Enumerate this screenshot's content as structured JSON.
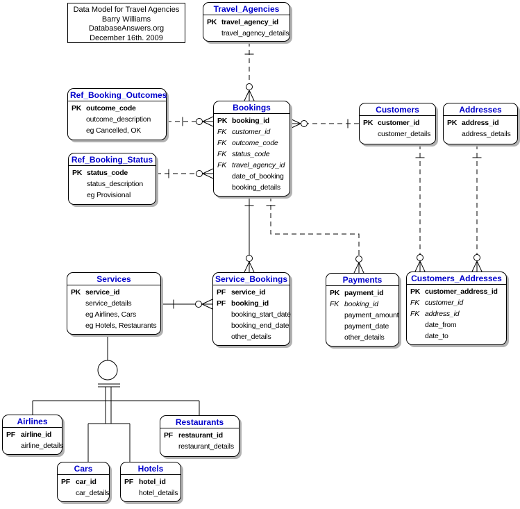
{
  "diagram": {
    "title_block": {
      "lines": [
        "Data Model for Travel Agencies",
        "Barry Williams",
        "DatabaseAnswers.org",
        "December 16th. 2009"
      ]
    },
    "colors": {
      "entity_header": "#0000CC",
      "line": "#000000",
      "box_fill": "#FFFFFF",
      "shadow": "#B2B2B2"
    },
    "entities": [
      {
        "id": "travel_agencies",
        "name": "Travel_Agencies",
        "rows": [
          {
            "key": "PK",
            "attr": "travel_agency_id"
          },
          {
            "key": "",
            "attr": "travel_agency_details"
          }
        ]
      },
      {
        "id": "ref_booking_outcomes",
        "name": "Ref_Booking_Outcomes",
        "rows": [
          {
            "key": "PK",
            "attr": "outcome_code"
          },
          {
            "key": "",
            "attr": "outcome_description"
          },
          {
            "key": "",
            "attr": "eg Cancelled, OK"
          }
        ]
      },
      {
        "id": "ref_booking_status",
        "name": "Ref_Booking_Status",
        "rows": [
          {
            "key": "PK",
            "attr": "status_code"
          },
          {
            "key": "",
            "attr": "status_description"
          },
          {
            "key": "",
            "attr": "eg Provisional"
          }
        ]
      },
      {
        "id": "bookings",
        "name": "Bookings",
        "rows": [
          {
            "key": "PK",
            "attr": "booking_id"
          },
          {
            "key": "FK",
            "attr": "customer_id"
          },
          {
            "key": "FK",
            "attr": "outcome_code"
          },
          {
            "key": "FK",
            "attr": "status_code"
          },
          {
            "key": "FK",
            "attr": "travel_agency_id"
          },
          {
            "key": "",
            "attr": "date_of_booking"
          },
          {
            "key": "",
            "attr": "booking_details"
          }
        ]
      },
      {
        "id": "customers",
        "name": "Customers",
        "rows": [
          {
            "key": "PK",
            "attr": "customer_id"
          },
          {
            "key": "",
            "attr": "customer_details"
          }
        ]
      },
      {
        "id": "addresses",
        "name": "Addresses",
        "rows": [
          {
            "key": "PK",
            "attr": "address_id"
          },
          {
            "key": "",
            "attr": "address_details"
          }
        ]
      },
      {
        "id": "services",
        "name": "Services",
        "rows": [
          {
            "key": "PK",
            "attr": "service_id"
          },
          {
            "key": "",
            "attr": "service_details"
          },
          {
            "key": "",
            "attr": "eg Airlines, Cars"
          },
          {
            "key": "",
            "attr": "eg Hotels, Restaurants"
          }
        ]
      },
      {
        "id": "service_bookings",
        "name": "Service_Bookings",
        "rows": [
          {
            "key": "PF",
            "attr": "service_id"
          },
          {
            "key": "PF",
            "attr": "booking_id"
          },
          {
            "key": "",
            "attr": "booking_start_date"
          },
          {
            "key": "",
            "attr": "booking_end_date"
          },
          {
            "key": "",
            "attr": "other_details"
          }
        ]
      },
      {
        "id": "payments",
        "name": "Payments",
        "rows": [
          {
            "key": "PK",
            "attr": "payment_id"
          },
          {
            "key": "FK",
            "attr": "booking_id"
          },
          {
            "key": "",
            "attr": "payment_amount"
          },
          {
            "key": "",
            "attr": "payment_date"
          },
          {
            "key": "",
            "attr": "other_details"
          }
        ]
      },
      {
        "id": "customers_addresses",
        "name": "Customers_Addresses",
        "rows": [
          {
            "key": "PK",
            "attr": "customer_address_id"
          },
          {
            "key": "FK",
            "attr": "customer_id"
          },
          {
            "key": "FK",
            "attr": "address_id"
          },
          {
            "key": "",
            "attr": "date_from"
          },
          {
            "key": "",
            "attr": "date_to"
          }
        ]
      },
      {
        "id": "airlines",
        "name": "Airlines",
        "rows": [
          {
            "key": "PF",
            "attr": "airline_id"
          },
          {
            "key": "",
            "attr": "airline_details"
          }
        ]
      },
      {
        "id": "cars",
        "name": "Cars",
        "rows": [
          {
            "key": "PF",
            "attr": "car_id"
          },
          {
            "key": "",
            "attr": "car_details"
          }
        ]
      },
      {
        "id": "hotels",
        "name": "Hotels",
        "rows": [
          {
            "key": "PF",
            "attr": "hotel_id"
          },
          {
            "key": "",
            "attr": "hotel_details"
          }
        ]
      },
      {
        "id": "restaurants",
        "name": "Restaurants",
        "rows": [
          {
            "key": "PF",
            "attr": "restaurant_id"
          },
          {
            "key": "",
            "attr": "restaurant_details"
          }
        ]
      }
    ],
    "relationships": [
      {
        "id": "r1",
        "from": "Travel_Agencies",
        "to": "Bookings",
        "line": "dashed",
        "from_card": "one",
        "to_card": "zero-or-many"
      },
      {
        "id": "r2",
        "from": "Ref_Booking_Outcomes",
        "to": "Bookings",
        "line": "dashed",
        "from_card": "one",
        "to_card": "zero-or-many"
      },
      {
        "id": "r3",
        "from": "Ref_Booking_Status",
        "to": "Bookings",
        "line": "dashed",
        "from_card": "one",
        "to_card": "zero-or-many"
      },
      {
        "id": "r4",
        "from": "Customers",
        "to": "Bookings",
        "line": "dashed",
        "from_card": "one",
        "to_card": "zero-or-many"
      },
      {
        "id": "r5",
        "from": "Bookings",
        "to": "Payments",
        "line": "dashed",
        "from_card": "one",
        "to_card": "zero-or-many"
      },
      {
        "id": "r6",
        "from": "Bookings",
        "to": "Service_Bookings",
        "line": "solid",
        "from_card": "one",
        "to_card": "zero-or-many"
      },
      {
        "id": "r7",
        "from": "Services",
        "to": "Service_Bookings",
        "line": "solid",
        "from_card": "one",
        "to_card": "zero-or-many"
      },
      {
        "id": "r8",
        "from": "Customers",
        "to": "Customers_Addresses",
        "line": "dashed",
        "from_card": "one",
        "to_card": "zero-or-many"
      },
      {
        "id": "r9",
        "from": "Addresses",
        "to": "Customers_Addresses",
        "line": "dashed",
        "from_card": "one",
        "to_card": "zero-or-many"
      }
    ],
    "subtype": {
      "parent": "Services",
      "children": [
        "Airlines",
        "Cars",
        "Hotels",
        "Restaurants"
      ],
      "symbol": "exclusive-subtype-circle-double-bar"
    }
  }
}
